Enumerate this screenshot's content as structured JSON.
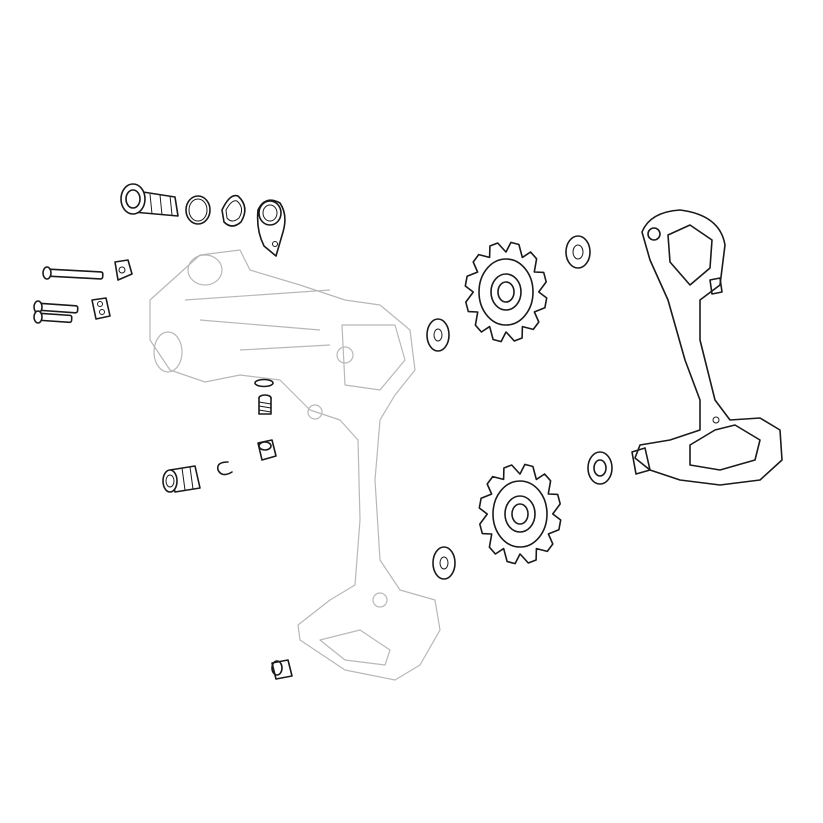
{
  "diagram": {
    "type": "exploded-parts-view",
    "colors": {
      "ink": "#1a1a1a",
      "ghost": "#b8b8b8",
      "background": "#ffffff"
    },
    "parts": [
      "b-bolt-bushing",
      "o-ring",
      "square-washer",
      "hanger-nut",
      "hanger-tab",
      "long-bolt",
      "short-bolts",
      "cable-clamp-nut",
      "small-clamp-plate",
      "derailleur-body-ghost",
      "limit-screw",
      "washer-small",
      "barrel-nut",
      "cable-adjuster",
      "c-clip",
      "upper-pulley",
      "lower-pulley",
      "pulley-washer-left-upper",
      "pulley-washer-right-upper",
      "pulley-washer-left-lower",
      "pulley-washer-right-lower",
      "outer-cage-plate",
      "cage-end-nut"
    ]
  }
}
